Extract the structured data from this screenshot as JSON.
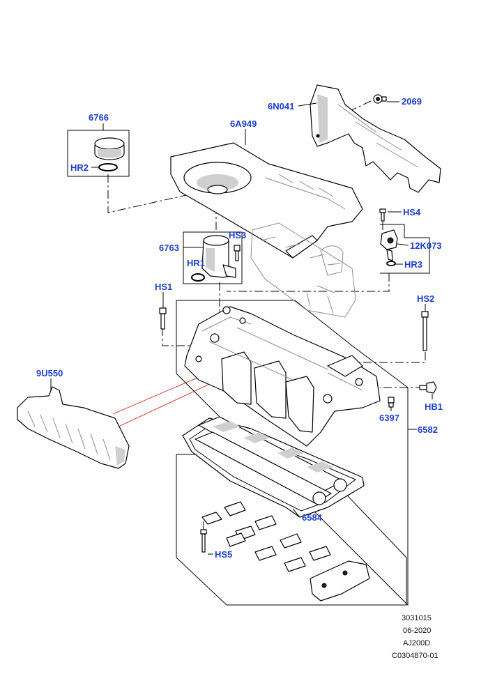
{
  "labels": {
    "p6766": "6766",
    "hr2": "HR2",
    "p6a949": "6A949",
    "p6n041": "6N041",
    "p2069": "2069",
    "hs4": "HS4",
    "p12k073": "12K073",
    "hr3": "HR3",
    "p6763": "6763",
    "hs3": "HS3",
    "hr1": "HR1",
    "hs1": "HS1",
    "hs2": "HS2",
    "p9u550": "9U550",
    "hb1": "HB1",
    "p6397": "6397",
    "p6582": "6582",
    "p6584": "6584",
    "hs5": "HS5"
  },
  "footer": {
    "line1": "3031015",
    "line2": "06-2020",
    "line3": "AJ200D",
    "line4": "C0304870-01"
  },
  "colors": {
    "label": "#1f3fd0",
    "lines": "#000000",
    "highlight": "#d01c1c"
  }
}
